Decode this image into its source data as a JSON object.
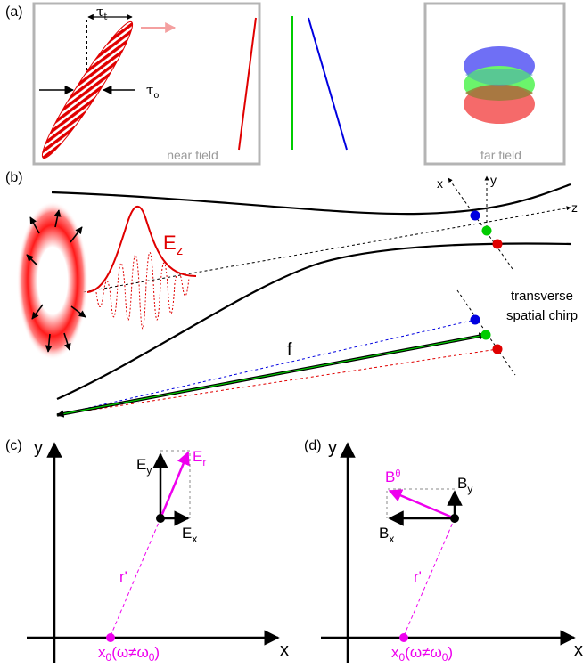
{
  "panel_a": {
    "label": "(a)",
    "tau_t": "τ",
    "tau_t_sub": "t",
    "tau_o": "τ",
    "tau_o_sub": "o",
    "near_field_caption": "near field",
    "far_field_caption": "far field"
  },
  "panel_b": {
    "label": "(b)",
    "ez_main": "E",
    "ez_sub": "z",
    "axis_x": "x",
    "axis_y": "y",
    "axis_z": "z",
    "chirp_line1": "transverse",
    "chirp_line2": "spatial chirp",
    "focal_label": "f"
  },
  "panel_c": {
    "label": "(c)",
    "axis_y": "y",
    "axis_x": "x",
    "ey_main": "E",
    "ey_sub": "y",
    "er_main": "E",
    "er_sub": "r",
    "ex_main": "E",
    "ex_sub": "x",
    "r_prime": "r'",
    "x0_main": "x",
    "x0_sub": "0",
    "x0_cond": "(ω≠ω",
    "x0_cond_sub": "0",
    "x0_close": ")"
  },
  "panel_d": {
    "label": "(d)",
    "axis_y": "y",
    "axis_x": "x",
    "btheta_main": "B",
    "btheta_sub": "θ",
    "by_main": "B",
    "by_sub": "y",
    "bx_main": "B",
    "bx_sub": "x",
    "r_prime": "r'",
    "x0_main": "x",
    "x0_sub": "0",
    "x0_cond": "(ω≠ω",
    "x0_cond_sub": "0",
    "x0_close": ")"
  },
  "colors": {
    "red": "#e00000",
    "green": "#00cc00",
    "blue": "#0000e0",
    "magenta": "#ee00ee",
    "box_gray": "#b4b4b4",
    "caption_gray": "#9a9a9a"
  }
}
